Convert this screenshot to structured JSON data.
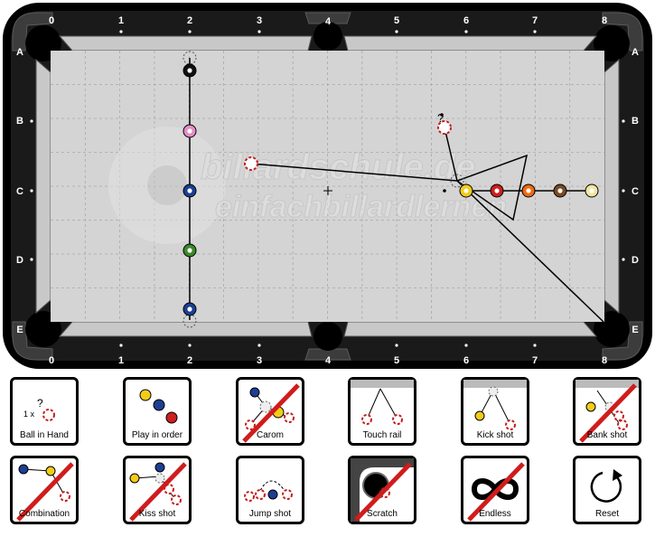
{
  "table": {
    "col_labels": [
      "0",
      "1",
      "2",
      "3",
      "4",
      "5",
      "6",
      "7",
      "8"
    ],
    "row_labels": [
      "A",
      "B",
      "C",
      "D",
      "E"
    ],
    "watermark_line1": "billardschule.de",
    "watermark_line2": "einfachbillardlernen",
    "question_mark": "?",
    "colors": {
      "felt": "#d4d4d4",
      "cushion": "#c8c8c8",
      "rail": "#1a1a1a",
      "frame": "#000000",
      "ball_black": "#111111",
      "ball_pink": "#e48ec7",
      "ball_blue": "#1c3f94",
      "ball_green": "#3a8a2a",
      "ball_yellow": "#f2cc1b",
      "ball_red": "#cc1f1f",
      "ball_orange": "#ee6a12",
      "ball_brown": "#7a4a22",
      "ball_cream": "#f2e6a0"
    }
  },
  "tiles": [
    {
      "label": "Ball in Hand",
      "prefix": "1 x",
      "mark": "?",
      "icon": "ball-in-hand-icon",
      "crossed": false
    },
    {
      "label": "Play in order",
      "icon": "play-in-order-icon",
      "crossed": false
    },
    {
      "label": "Carom",
      "icon": "carom-icon",
      "crossed": true
    },
    {
      "label": "Touch rail",
      "icon": "touch-rail-icon",
      "crossed": false
    },
    {
      "label": "Kick shot",
      "icon": "kick-shot-icon",
      "crossed": false
    },
    {
      "label": "Bank shot",
      "icon": "bank-shot-icon",
      "crossed": true
    },
    {
      "label": "Combination",
      "icon": "combination-icon",
      "crossed": true
    },
    {
      "label": "Kiss shot",
      "icon": "kiss-shot-icon",
      "crossed": true
    },
    {
      "label": "Jump shot",
      "icon": "jump-shot-icon",
      "crossed": false
    },
    {
      "label": "Scratch",
      "icon": "scratch-icon",
      "crossed": true
    },
    {
      "label": "Endless",
      "icon": "endless-icon",
      "crossed": true
    },
    {
      "label": "Reset",
      "icon": "reset-icon",
      "crossed": false
    }
  ]
}
